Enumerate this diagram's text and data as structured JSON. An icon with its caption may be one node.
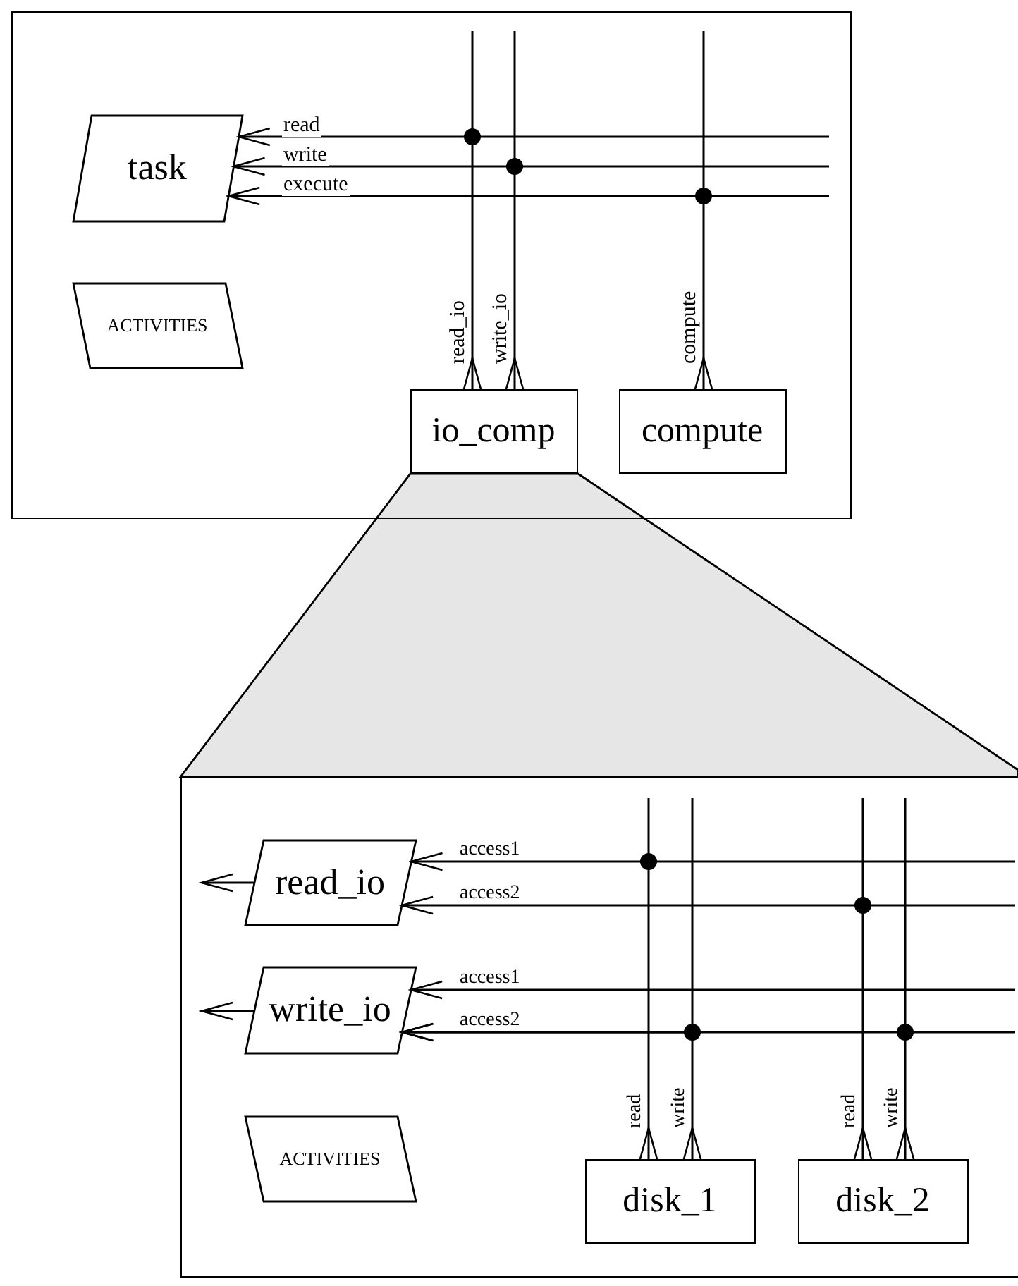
{
  "diagram": {
    "nodes": [
      {
        "text": [],
        "shape": "box"
      },
      {
        "text": [
          "task"
        ],
        "in": 0
      },
      {
        "text": [
          "ACTIVITIES"
        ],
        "in": 0
      },
      {
        "text": [
          "io_comp"
        ],
        "in": 0
      },
      {
        "text": [
          "compute"
        ],
        "in": 0
      },
      {
        "text": [],
        "shape": "box"
      },
      {
        "text": [
          "read_io"
        ],
        "in": 5
      },
      {
        "text": [
          "write_io"
        ],
        "in": 5
      },
      {
        "text": [
          "ACTIVITIES"
        ],
        "in": 5
      },
      {
        "text": [
          "disk_1"
        ],
        "in": 5
      },
      {
        "text": [
          "disk_2"
        ],
        "in": 5
      },
      {
        "text": [],
        "shape": "trapezoid"
      }
    ],
    "edges": [
      {
        "from": 3,
        "to": 1,
        "arrow": "to",
        "label": "read"
      },
      {
        "from": 3,
        "to": 1,
        "arrow": "to",
        "label": "write"
      },
      {
        "from": 4,
        "to": 1,
        "arrow": "to",
        "label": "execute"
      },
      {
        "from": 9,
        "to": 6,
        "arrow": "to",
        "label": "access1"
      },
      {
        "from": 10,
        "to": 6,
        "arrow": "to",
        "label": "access2"
      },
      {
        "from": null,
        "to": 7,
        "arrow": "to",
        "label": "access1"
      },
      {
        "from": 9,
        "to": 7,
        "arrow": "to",
        "label": "access2"
      },
      {
        "from": 10,
        "to": 7,
        "arrow": "to"
      },
      {
        "from": 6,
        "to": null,
        "arrow": "to"
      },
      {
        "from": 7,
        "to": null,
        "arrow": "to"
      }
    ],
    "labels": [
      "read_io",
      "write_io",
      "compute",
      "read",
      "write",
      "read",
      "write"
    ]
  }
}
